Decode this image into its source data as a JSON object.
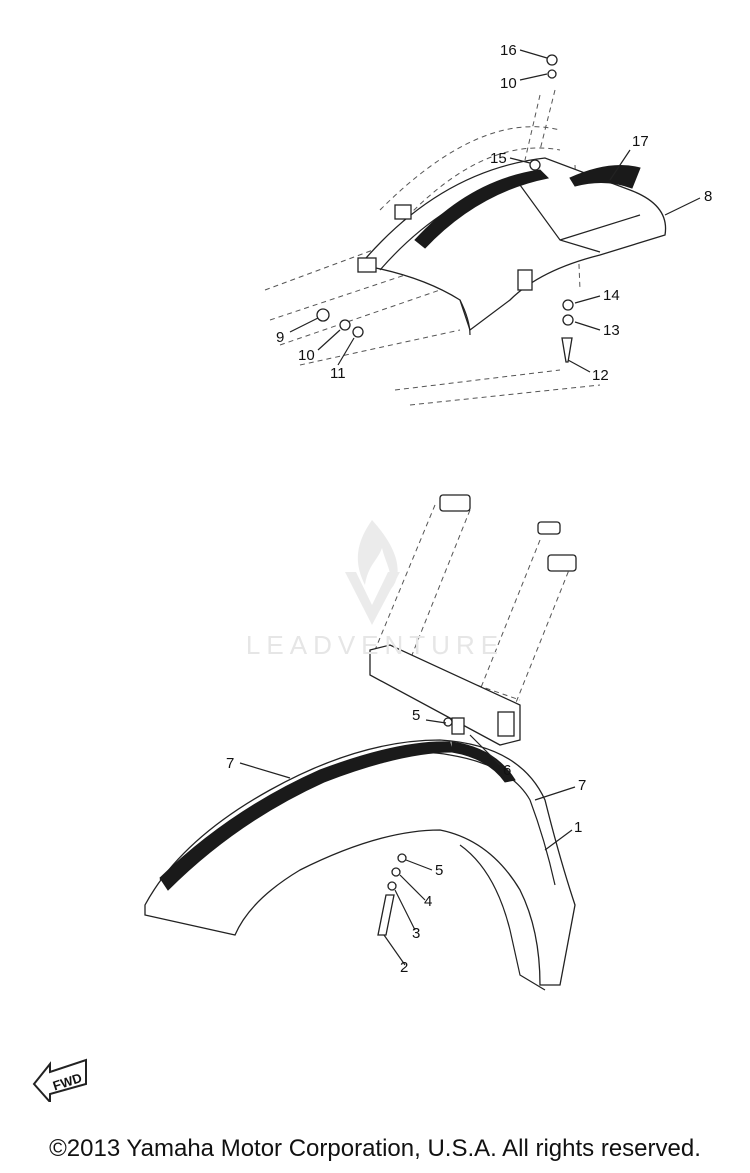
{
  "diagram": {
    "callouts_top": [
      "16",
      "10",
      "15",
      "17",
      "8",
      "9",
      "10",
      "11",
      "14",
      "13",
      "12"
    ],
    "callouts_bottom": [
      "5",
      "6",
      "7",
      "7",
      "1",
      "5",
      "4",
      "3",
      "2"
    ]
  },
  "fwd_label": "FWD",
  "watermark": "LEADVENTURE",
  "copyright": "©2013 Yamaha Motor Corporation, U.S.A. All rights reserved."
}
